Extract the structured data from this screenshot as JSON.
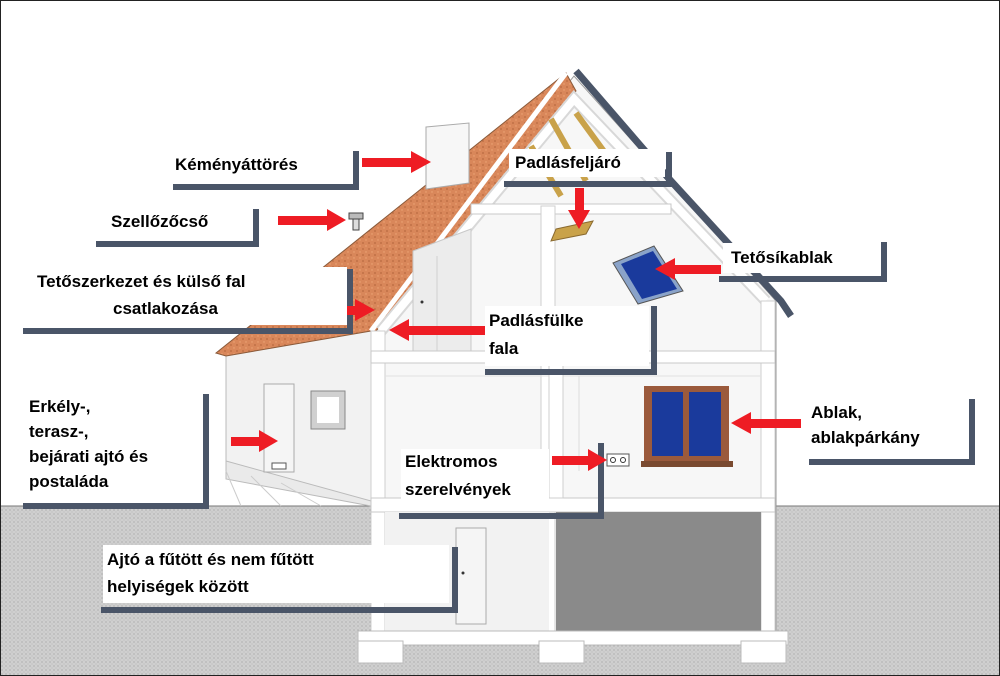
{
  "labels": {
    "chimney": "Kéményáttörés",
    "vent": "Szellőzőcső",
    "roof_wall_1": "Tetőszerkezet és külső fal",
    "roof_wall_2": "csatlakozása",
    "attic_access": "Padlásfeljáró",
    "skylight": "Tetősíkablak",
    "knee_wall_1": "Padlásfülke",
    "knee_wall_2": "fala",
    "balcony_1": "Erkély-,",
    "balcony_2": "terasz-,",
    "balcony_3": "bejárati ajtó és",
    "balcony_4": "postaláda",
    "window_1": "Ablak,",
    "window_2": "ablakpárkány",
    "electrical_1": "Elektromos",
    "electrical_2": "szerelvények",
    "door_1": "Ajtó a fűtött és nem fűtött",
    "door_2": "helyiségek között"
  },
  "colors": {
    "arrow": "#ee1c24",
    "bracket": "#4a5568",
    "roof_tile": "#d9875a",
    "ground": "#c9c9c9",
    "wall": "#e6e6e6",
    "window_glass": "#1a3a9c",
    "window_frame": "#9b5a3c",
    "garage": "#8a8a8a",
    "rafter": "#c9a24a"
  }
}
